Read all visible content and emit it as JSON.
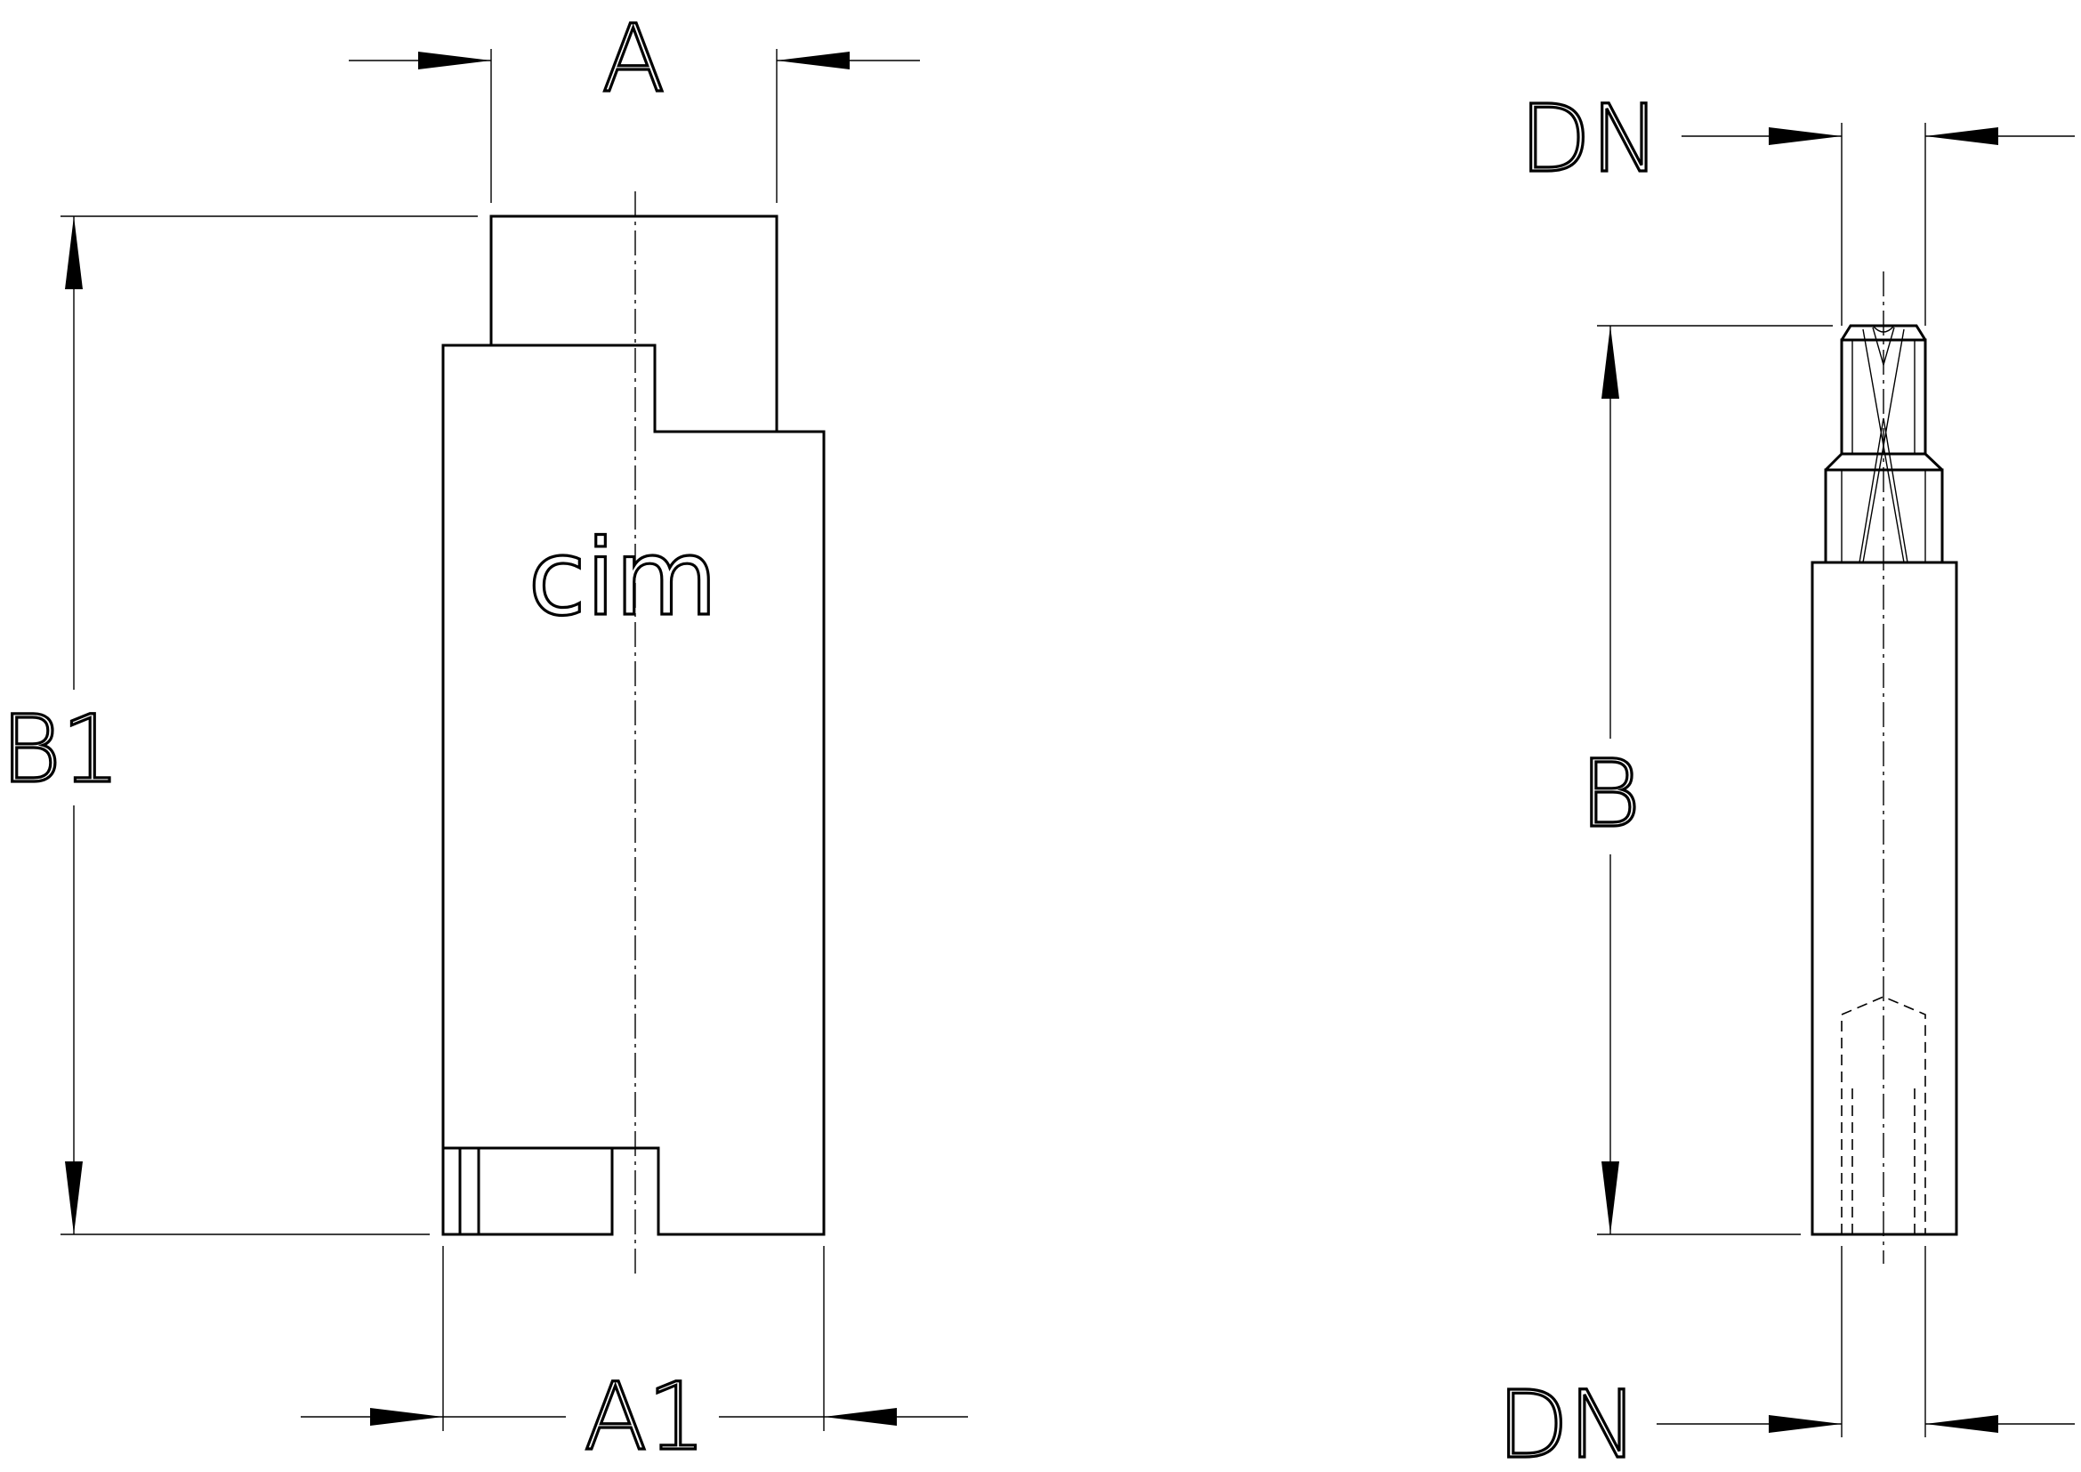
{
  "logo": {
    "text": "cim"
  },
  "dimensions": {
    "a": "A",
    "a1": "A1",
    "b": "B",
    "b1": "B1",
    "dn_top": "DN",
    "dn_bottom": "DN"
  }
}
